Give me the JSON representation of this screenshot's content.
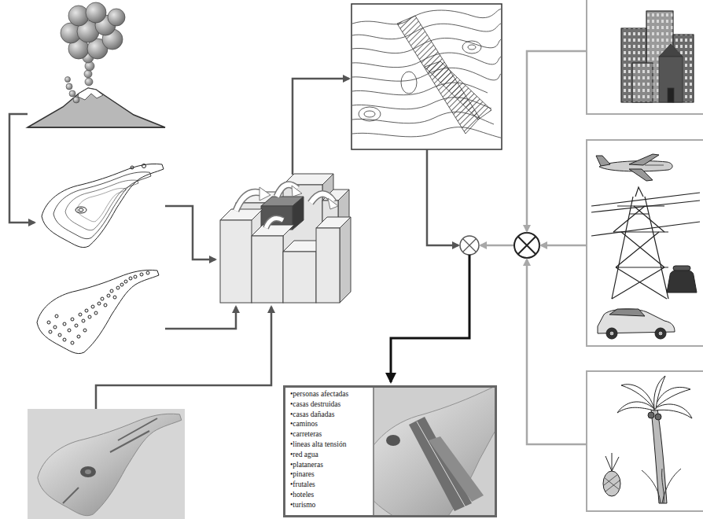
{
  "diagram": {
    "nodes": [
      {
        "text": [
          "•personas afectadas",
          "•casas destruidas",
          "•casas dañadas",
          "•caminos",
          "•carreteras",
          "•lineas alta tensión",
          "•red agua",
          "•plataneras",
          "•pinares",
          "•frutales",
          "•hoteles",
          "•turismo"
        ]
      }
    ]
  }
}
